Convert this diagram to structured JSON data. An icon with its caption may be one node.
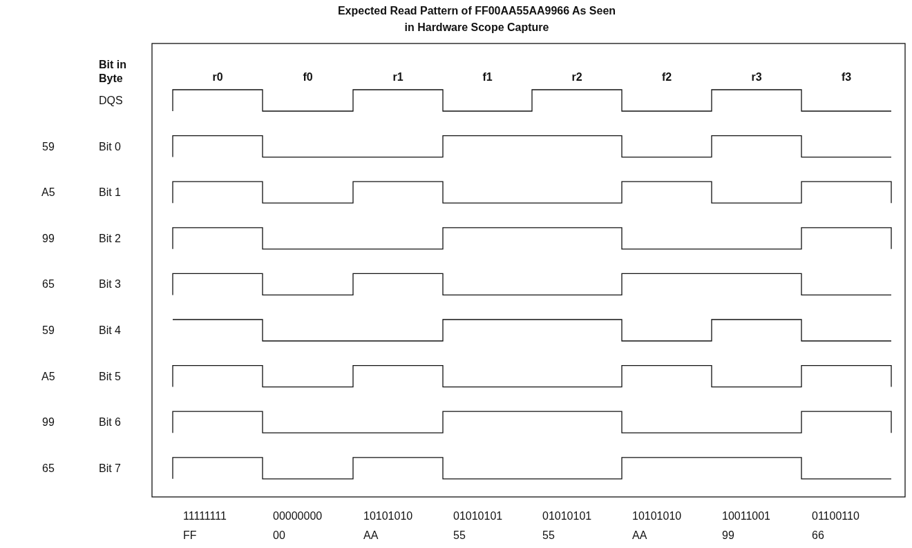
{
  "diagram": {
    "title": "Expected Read Pattern of FF00AA55AA9966 As Seen in Hardware Scope Capture",
    "labels": [
      "Bit in Byte",
      "r0",
      "f0",
      "r1",
      "f1",
      "r2",
      "f2",
      "r3",
      "f3",
      "DQS",
      "59",
      "Bit 0",
      "A5",
      "Bit 1",
      "99",
      "Bit 2",
      "65",
      "Bit 3",
      "59",
      "Bit 4",
      "A5",
      "Bit 5",
      "99",
      "Bit 6",
      "65",
      "Bit 7",
      "11111111",
      "00000000",
      "10101010",
      "01010101",
      "01010101",
      "10101010",
      "10011001",
      "01100110",
      "FF",
      "00",
      "AA",
      "55",
      "55",
      "AA",
      "99",
      "66"
    ]
  }
}
